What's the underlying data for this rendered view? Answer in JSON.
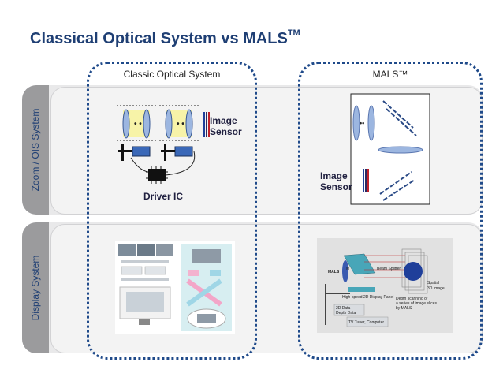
{
  "title": {
    "main": "Classical Optical System vs MALS",
    "sup": "TM"
  },
  "columns": [
    {
      "label": "Classic Optical System"
    },
    {
      "label": "MALS™"
    }
  ],
  "rows": [
    {
      "label": "Zoom / OIS System"
    },
    {
      "label": "Display System"
    }
  ],
  "zoom_classic": {
    "image_sensor": "Image Sensor",
    "driver_ic": "Driver IC"
  },
  "zoom_mals": {
    "image_sensor": "Image Sensor"
  },
  "display_mals": {
    "mals": "MALS",
    "mals_sup": "TM",
    "beam_splitter": "Beam Splitter",
    "display_panel": "High-speed 2D Display Panel",
    "spatial": "Spatial",
    "image_3d": "3D Image",
    "depth_1": "Depth scanning of",
    "depth_2": "a series of image slices",
    "depth_3": "by MALS",
    "data_2d": "2D Data",
    "data_depth": "Depth Data",
    "tv": "TV Tuner, Computer"
  },
  "colors": {
    "title": "#1f3f74",
    "frame": "#1f4a8a",
    "band": "#e9e9ea",
    "side": "#9b9b9d"
  }
}
